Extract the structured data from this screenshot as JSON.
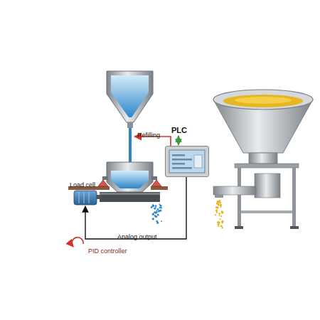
{
  "diagram": {
    "nodes": [
      {
        "text": [
          "PLC"
        ]
      }
    ],
    "labels": [
      "Refilling",
      "Load cell",
      "PID controller",
      "Analog output"
    ]
  }
}
